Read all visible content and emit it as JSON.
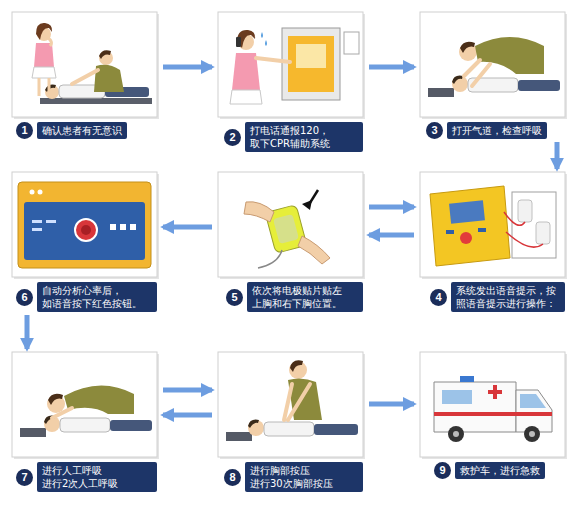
{
  "diagram": {
    "nodes": [
      {
        "text": [
          "1",
          "确认患者有无意识"
        ]
      },
      {
        "text": [
          "2",
          "打电话通报120， 取下CPR辅助系统"
        ]
      },
      {
        "text": [
          "3",
          "打开气道，检查呼吸"
        ]
      },
      {
        "text": [
          "4",
          "系统发出语音提示，按 照语音提示进行操作："
        ]
      },
      {
        "text": [
          "5",
          "依次将电极贴片贴左 上胸和右下胸位置。"
        ]
      },
      {
        "text": [
          "6",
          "自动分析心率后， 如语音按下红色按钮。"
        ]
      },
      {
        "text": [
          "7",
          "进行人工呼吸 进行2次人工呼吸"
        ]
      },
      {
        "text": [
          "8",
          "进行胸部按压 进行30次胸部按压"
        ]
      },
      {
        "text": [
          "9",
          "救护车，进行急救"
        ]
      }
    ],
    "edges": [
      {
        "from": 0,
        "to": 1,
        "arrow": "to"
      },
      {
        "from": 1,
        "to": 2,
        "arrow": "to"
      },
      {
        "from": 2,
        "to": 3,
        "arrow": "to"
      },
      {
        "from": 4,
        "to": 3,
        "arrow": "to"
      },
      {
        "from": 3,
        "to": 4,
        "arrow": "to"
      },
      {
        "from": 4,
        "to": 5,
        "arrow": "to"
      },
      {
        "from": 5,
        "to": 6,
        "arrow": "to"
      },
      {
        "from": 6,
        "to": 7,
        "arrow": "to"
      },
      {
        "from": 7,
        "to": 6,
        "arrow": "to"
      },
      {
        "from": 7,
        "to": 8,
        "arrow": "to"
      }
    ]
  }
}
